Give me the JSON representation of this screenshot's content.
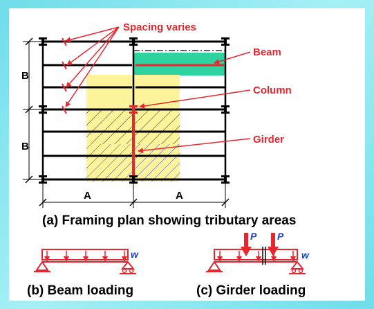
{
  "labels": {
    "spacing": "Spacing varies",
    "beam": "Beam",
    "column": "Column",
    "girder": "Girder",
    "bay_b1": "B",
    "bay_b2": "B",
    "bay_a1": "A",
    "bay_a2": "A"
  },
  "captions": {
    "a": "(a) Framing plan showing tributary areas",
    "b": "(b) Beam loading",
    "c": "(c) Girder loading"
  },
  "loads": {
    "w_beam": "w",
    "w_girder": "w",
    "p1": "P",
    "p2": "P"
  },
  "colors": {
    "background": "#7fe3ee",
    "panel": "#ffffff",
    "annotation_red": "#e8262f",
    "tributary_yellow": "#fdf39a",
    "beam_area_green": "#2fd3a0",
    "hatch_blue": "#3b49c8",
    "load_blue": "#1740d6"
  }
}
